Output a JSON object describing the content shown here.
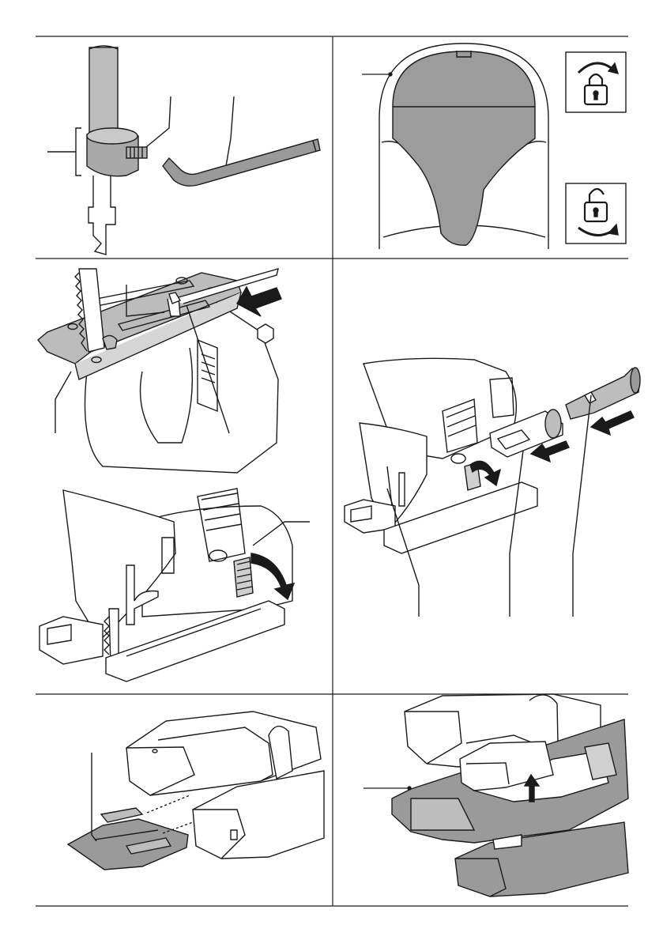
{
  "page": {
    "panels": [
      {
        "id": "blade-clamp-hex-key"
      },
      {
        "id": "blade-guard-lock"
      },
      {
        "id": "base-plate-adjust"
      },
      {
        "id": "dust-nozzle-attach"
      },
      {
        "id": "splinter-guard-insert"
      },
      {
        "id": "base-cover-attach"
      }
    ]
  },
  "icons": {
    "lock_closed": "padlock-closed-icon",
    "lock_open": "padlock-open-icon"
  },
  "colors": {
    "line": "#1a1a1a",
    "fill_grey": "#9a9a9a",
    "fill_light": "#d9d9d9",
    "background": "#ffffff"
  }
}
